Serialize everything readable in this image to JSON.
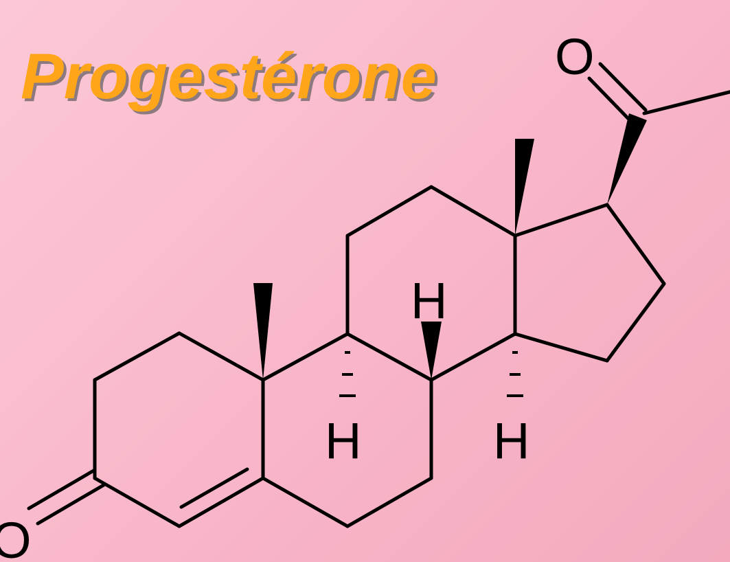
{
  "title": "Progestérone",
  "colors": {
    "title": "#ffa51a",
    "title_shadow": "#8c7a80",
    "background": "#f8b6c8",
    "bonds": "#000000"
  },
  "atoms": {
    "ketone_o_top": "O",
    "ketone_o_bottom": "O",
    "h_c8": "H",
    "h_c9": "H",
    "h_c14": "H"
  }
}
